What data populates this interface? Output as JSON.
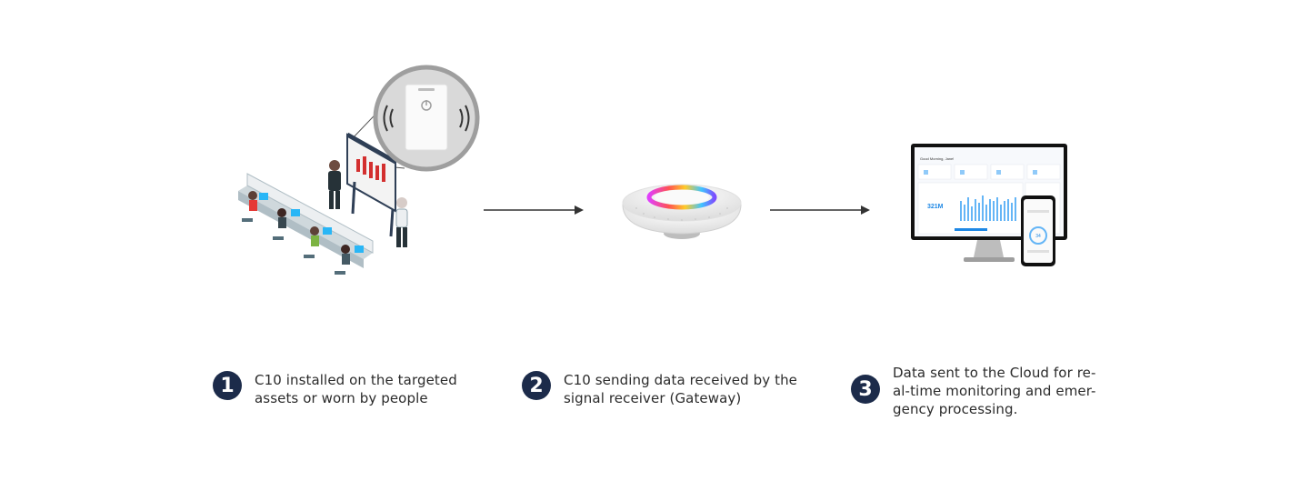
{
  "steps": [
    {
      "number": "1",
      "text": "C10 installed on the targeted\nassets or worn by people"
    },
    {
      "number": "2",
      "text": "C10 sending data received by the\nsignal receiver (Gateway)"
    },
    {
      "number": "3",
      "text": "Data sent to the Cloud for re-\nal-time monitoring and emer-\ngency processing."
    }
  ],
  "dashboard": {
    "title": "Good Morning, Jane!",
    "big_value": "321M",
    "gauge_value": "34"
  },
  "colors": {
    "badge": "#1c2b4a",
    "arrow": "#333333",
    "text": "#2b2b2b"
  }
}
